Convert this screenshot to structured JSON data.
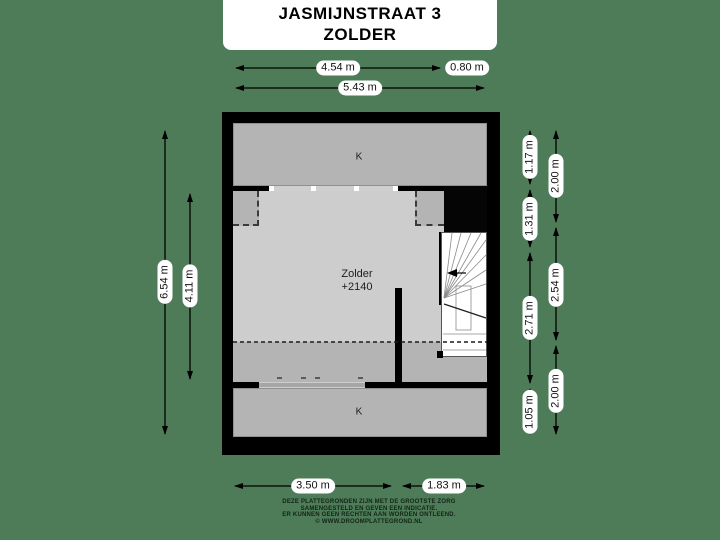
{
  "title": {
    "line1": "JASMIJNSTRAAT 3",
    "line2": "ZOLDER"
  },
  "rooms": {
    "main_name": "Zolder",
    "main_height": "+2140",
    "closet_top": "K",
    "closet_bottom": "K"
  },
  "dimensions": {
    "top_first": "4.54 m",
    "top_second": "0.80 m",
    "top_total": "5.43 m",
    "left_outer": "6.54 m",
    "left_inner": "4.11 m",
    "right_inner": [
      "1.17 m",
      "1.31 m",
      "2.71 m",
      "1.05 m"
    ],
    "right_outer": [
      "2.00 m",
      "2.54 m",
      "2.00 m"
    ],
    "bottom": [
      "3.50 m",
      "1.83 m"
    ]
  },
  "disclaimer": {
    "line1": "DEZE PLATTEGRONDEN ZIJN MET DE GROOTSTE ZORG",
    "line2": "SAMENGESTELD EN GEVEN EEN INDICATIE.",
    "line3": "ER KUNNEN GEEN RECHTEN AAN WORDEN ONTLEEND.",
    "line4": "© WWW.DROOMPLATTEGROND.NL"
  },
  "colors": {
    "background": "#4e7c58",
    "wall": "#000000",
    "room_fill": "#cdcdcd",
    "closet_fill": "#b4b4b4",
    "label_pill": "#ffffff"
  }
}
